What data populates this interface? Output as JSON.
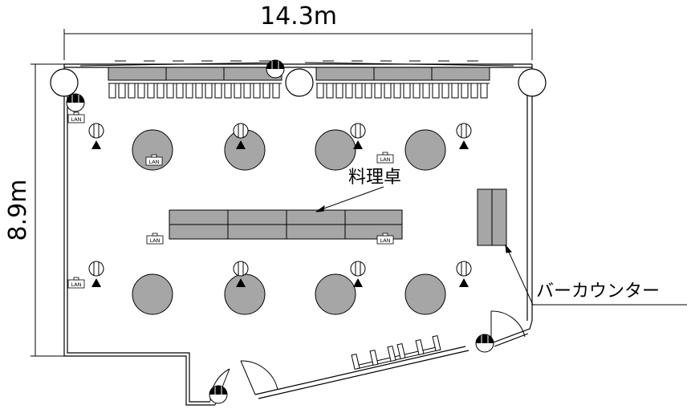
{
  "dimensions": {
    "width_label": "14.3m",
    "depth_label": "8.9m"
  },
  "labels": {
    "cooking_table": "料理卓",
    "bar_counter": "バーカウンター"
  },
  "lan_label": "LAN",
  "colors": {
    "table_fill": "#a6a6a6",
    "counter_fill": "#a6a6a6",
    "line": "#000000"
  }
}
